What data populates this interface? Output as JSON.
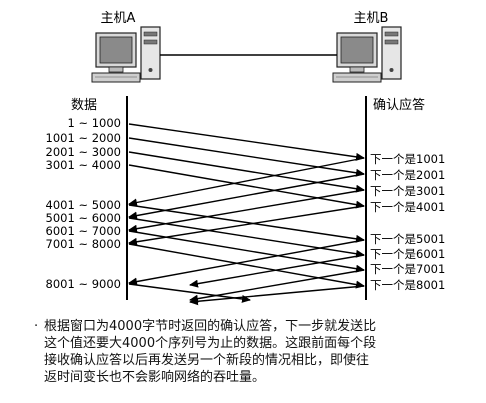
{
  "host_a": {
    "label": "主机A"
  },
  "host_b": {
    "label": "主机B"
  },
  "column_data_label": "数据",
  "column_ack_label": "确认应答",
  "segments": [
    "1 ~ 1000",
    "1001 ~ 2000",
    "2001 ~ 3000",
    "3001 ~ 4000",
    "4001 ~ 5000",
    "5001 ~ 6000",
    "6001 ~ 7000",
    "7001 ~ 8000",
    "8001 ~ 9000"
  ],
  "acks": [
    "下一个是1001",
    "下一个是2001",
    "下一个是3001",
    "下一个是4001",
    "下一个是5001",
    "下一个是6001",
    "下一个是7001",
    "下一个是8001"
  ],
  "note": {
    "bullet": "·",
    "lines": [
      "根据窗口为4000字节时返回的确认应答，下一步就发送比",
      "这个值还要大4000个序列号为止的数据。这跟前面每个段",
      "接收确认应答以后再发送另一个新段的情况相比，即使往",
      "返时间变长也不会影响网络的吞吐量。"
    ]
  }
}
